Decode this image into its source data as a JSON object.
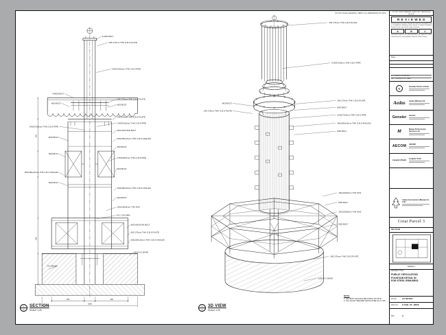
{
  "stamp": {
    "warning": "DO NOT SCALE DRAWING. VERIFY ALL DIMENSIONS ON SITE.",
    "title": "R E V I E W E D",
    "body1": "This document has been noted by the relevant consultant(s) and is accorded the following status referral to Project Procedure Section 5.0 for action by the Trade Contractor.",
    "cols": [
      "A",
      "B",
      "C"
    ],
    "body2": "Consultant review of this document does not relieve the Trade Contractor of his responsibilities under the Trade Contract.",
    "date_label": "Date :"
  },
  "revisions": {
    "header": "REV   DESCRIPTION   DATE",
    "row1": "A1   ISSUED FOR REVIEW"
  },
  "firms": [
    {
      "logo": "V",
      "name": "Venetian Orient Limited"
    },
    {
      "logo": "Aedas",
      "name": "Aedas (Macau) Ltd."
    },
    {
      "logo": "Gensler",
      "name": "Gensler"
    },
    {
      "logo": "M",
      "name": "Macau Professional Services Ltd."
    },
    {
      "logo": "AECOM",
      "name": "AECOM"
    },
    {
      "logo": "LangdonSeah",
      "name": "Langdon Seah"
    }
  ],
  "contractor": {
    "name": "Yadea Construction (Macau) Co. LTD."
  },
  "project": {
    "name": "Cotai Parcel 3"
  },
  "key_plan": {
    "label": "KEY PLAN",
    "ref": "PARCEL 3"
  },
  "title_block": {
    "heading": "DRAWING TITLE:",
    "line1": "PUBLIC CIRCULATION",
    "line2": "FOUNTAIN DETAIL IN",
    "line3": "FOR STEEL ERM-BR02",
    "scale_label": "SCALE",
    "scale": "AS NOTED",
    "dwg_label": "DWG NO.",
    "dwg": "P-SUB_PC_BD06",
    "rev_label": "REV",
    "rev": "A"
  },
  "views": {
    "section": {
      "label": "SECTION",
      "scale": "SCALE 1:25",
      "bubble_top": "1",
      "bubble_bottom": "A"
    },
    "iso": {
      "label": "3D VIEW",
      "scale": "SCALE 1:25",
      "bubble_top": "2",
      "bubble_bottom": "A"
    }
  },
  "notes": {
    "head": "NOTE:",
    "n1": "1. ALL BOLT SHOULD BE FIXING ON SITE.",
    "n2": "2. ALL FILLET WELDED SHOULD BE 6mm THK."
  },
  "dims": {
    "b1": "450",
    "b2": "450",
    "b3": "1050",
    "l1": "300",
    "l2": "600"
  },
  "section_ann": [
    "4-M20 BOLT",
    "345 170mm THK G.B.S PLATE",
    "CHS273x5mm THK G.B.S PIPE",
    "345 170mm THK G.B.S PLATE",
    "M20 BOLT",
    "345 170mm THK G.B.S PLATE",
    "CHS273x5mm THK G.B.S PIPE",
    "M20 ANCHOR BOLT",
    "350x350x16mm THK G.B.S ANGLES",
    "M20 BOLT",
    "CHS168x5mm THK G.B.S PIPE",
    "M20 BOLT",
    "350x350x16mm THK G.B.S ANGLES",
    "M20 BOLT",
    "150x150x8mm THK SHS",
    "R.C COLUMN",
    "M20 ANCHOR BOLT",
    "345 170mm THK G.B.S PLATE",
    "350x350x16mm THK G.B.S ANGLES",
    "A350 R.C BASE",
    "4-M20 BOLT",
    "M20 BOLT",
    "CHS273x5mm THK G.B.S PIPE",
    "M20 BOLT",
    "M20 BOLT",
    "350x350x16mm THK G.B.S ANGLES",
    "M20 BOLT",
    "R.C BASE"
  ],
  "iso_ann": [
    "345 170mm THK G.B.S PLATE",
    "CHS273x5mm THK G.B.S PIPE",
    "345 170mm THK G.B.S PLATE",
    "M20 BOLT",
    "CHS273x5mm THK G.B.S PIPE",
    "350x350x16mm THK G.B.S ANGLES",
    "M20 BOLT",
    "150x150x8mm THK SHS",
    "M20 BOLT",
    "150x150x8mm THK SHS",
    "M20 BOLT",
    "345 170mm THK G.B.S PLATE",
    "A350 R.C BASE",
    "M20 BOLT",
    "345 170mm THK G.B.S PLATE"
  ]
}
